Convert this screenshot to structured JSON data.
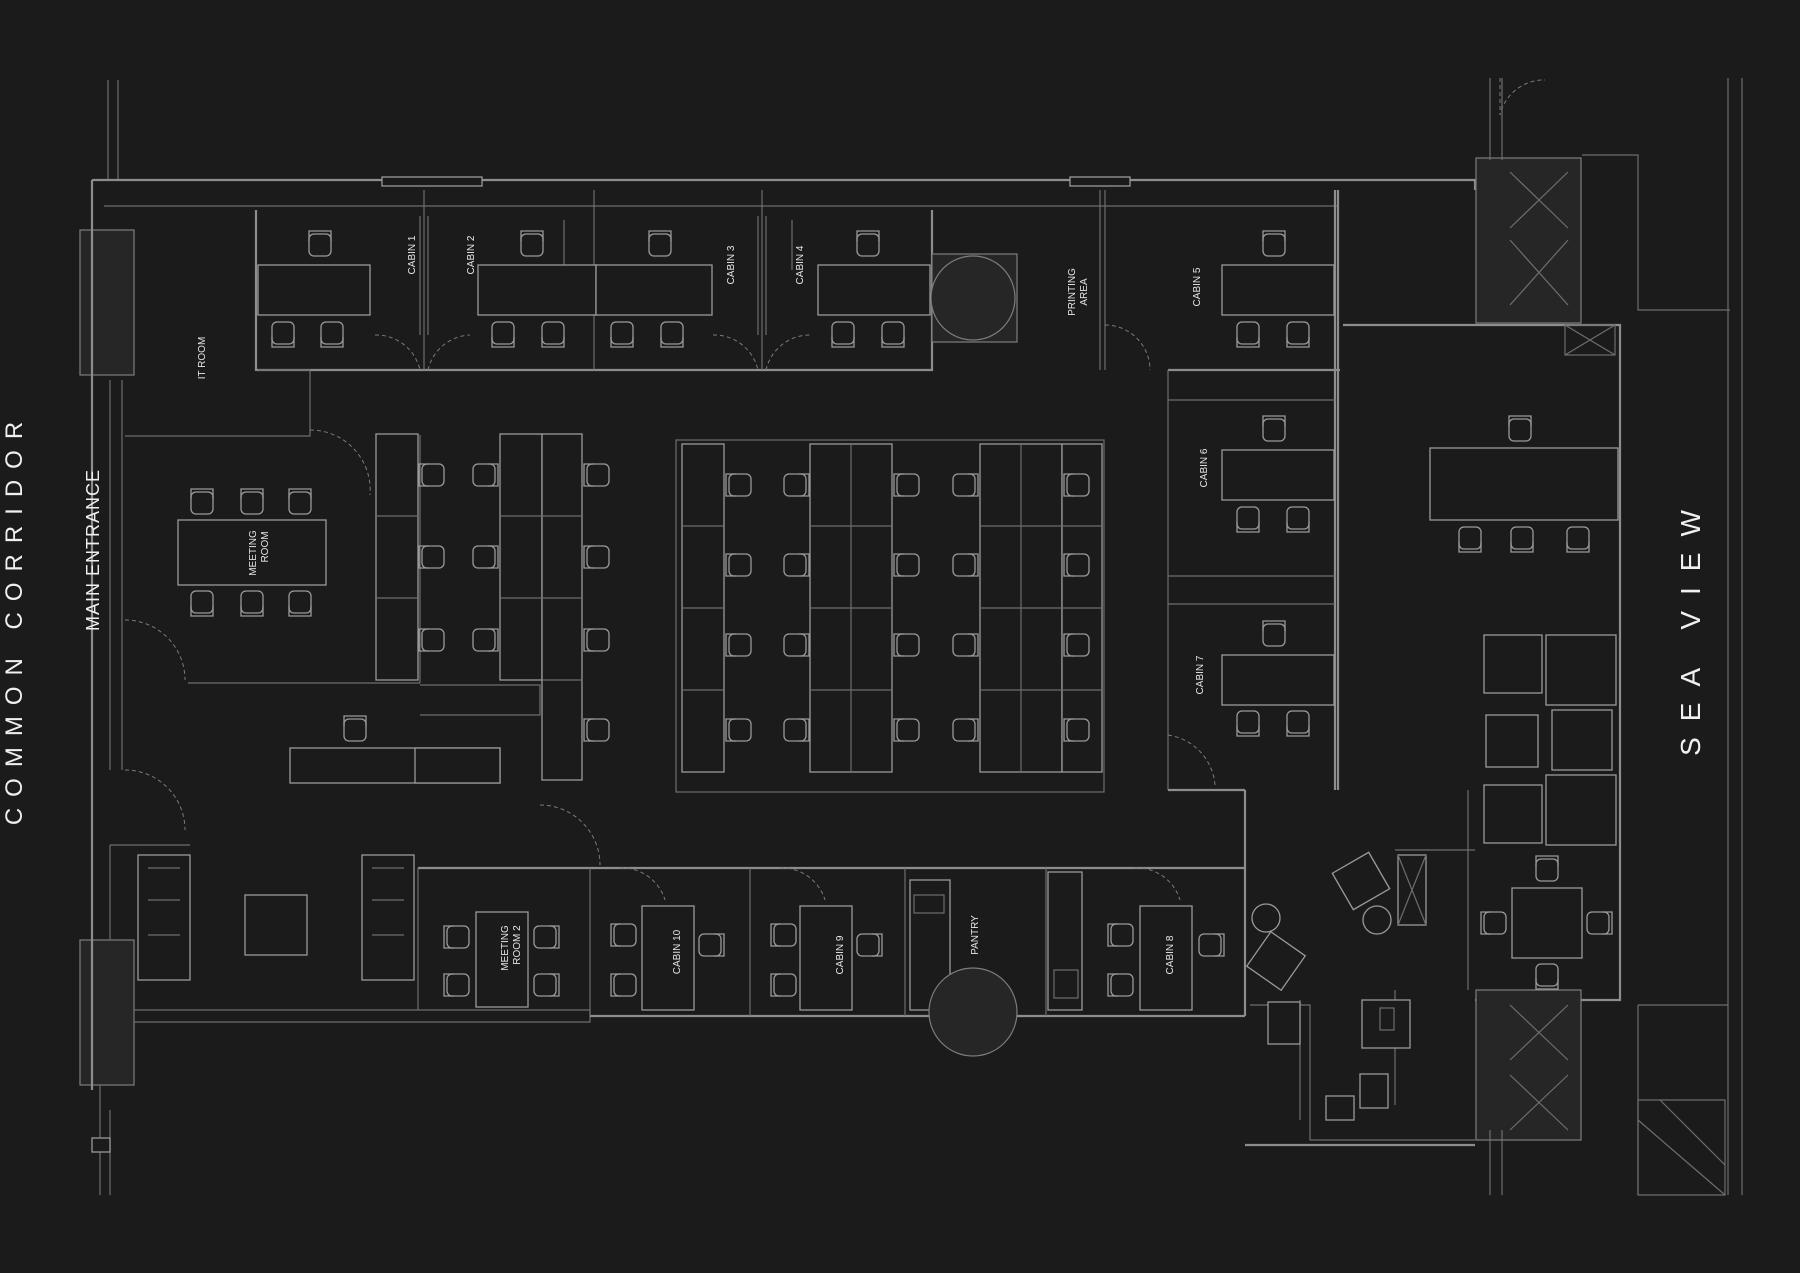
{
  "side_labels": {
    "left": "COMMON CORRIDOR",
    "entrance": "MAIN ENTRANCE",
    "right": "SEA VIEW"
  },
  "rooms": {
    "it_room": "IT ROOM",
    "cabin_1": "CABIN 1",
    "cabin_2": "CABIN 2",
    "cabin_3": "CABIN 3",
    "cabin_4": "CABIN 4",
    "printing_1": "PRINTING",
    "printing_2": "AREA",
    "cabin_5": "CABIN 5",
    "cabin_6": "CABIN 6",
    "cabin_7": "CABIN 7",
    "meeting_1a": "MEETING",
    "meeting_1b": "ROOM",
    "meeting_2a": "MEETING",
    "meeting_2b": "ROOM 2",
    "cabin_10": "CABIN 10",
    "cabin_9": "CABIN 9",
    "pantry": "PANTRY",
    "cabin_8": "CABIN 8"
  },
  "colors": {
    "background": "#1b1b1b",
    "lines": "#8d8d8d",
    "text": "#e6e6e6"
  }
}
